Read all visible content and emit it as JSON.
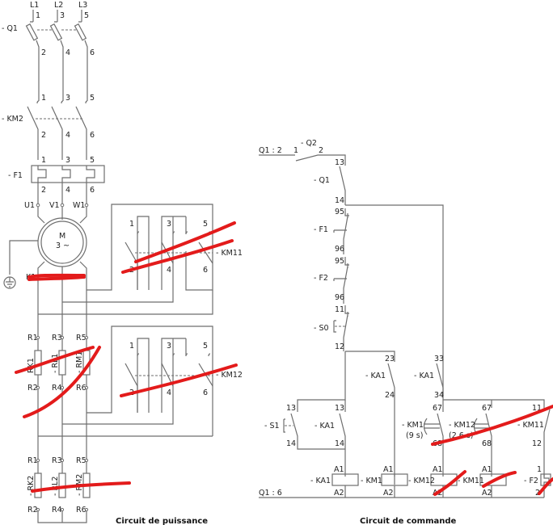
{
  "power_circuit": {
    "caption": "Circuit de puissance",
    "phases": [
      "L1",
      "L2",
      "L3"
    ],
    "q1": {
      "label": "- Q1",
      "top_terms": [
        "1",
        "3",
        "5"
      ],
      "bottom_terms": [
        "2",
        "4",
        "6"
      ]
    },
    "km2": {
      "label": "- KM2",
      "top_terms": [
        "1",
        "3",
        "5"
      ],
      "bottom_terms": [
        "2",
        "4",
        "6"
      ]
    },
    "f1": {
      "label": "- F1",
      "top_terms": [
        "1",
        "3",
        "5"
      ],
      "bottom_terms": [
        "2",
        "4",
        "6"
      ]
    },
    "motor": {
      "terms": [
        "U1",
        "V1",
        "W1"
      ],
      "symbol": "M",
      "type": "3 ~",
      "ground": "ground-icon"
    },
    "km11": {
      "label": "- KM11",
      "top_terms": [
        "1",
        "3",
        "5"
      ],
      "bottom_terms": [
        "2",
        "4",
        "6"
      ]
    },
    "km12": {
      "label": "- KM12",
      "top_terms": [
        "1",
        "3",
        "5"
      ],
      "bottom_terms": [
        "2",
        "4",
        "6"
      ]
    },
    "resistors_1": {
      "labels": [
        "RK1",
        "- RL1",
        "- RM1"
      ],
      "top_terms": [
        "R1",
        "R3",
        "R5"
      ],
      "bottom_terms": [
        "R2",
        "R4",
        "R6"
      ]
    },
    "resistors_2": {
      "labels": [
        "- RK2",
        "- RL2",
        "- RM2"
      ],
      "top_terms": [
        "R1",
        "R3",
        "R5"
      ],
      "bottom_terms": [
        "R2",
        "R4",
        "R6"
      ]
    },
    "motor_bottom_label": "K1"
  },
  "control_circuit": {
    "caption": "Circuit de commande",
    "supply_top": "Q1 : 2",
    "supply_bottom": "Q1 : 6",
    "q2": {
      "label": "- Q2",
      "terms": [
        "1",
        "2"
      ]
    },
    "q1": {
      "label": "- Q1",
      "terms": [
        "13",
        "14"
      ]
    },
    "f1": {
      "label": "- F1",
      "terms": [
        "95",
        "96"
      ]
    },
    "f2": {
      "label": "- F2",
      "terms": [
        "95",
        "96"
      ]
    },
    "s0": {
      "label": "- S0",
      "terms": [
        "11",
        "12"
      ]
    },
    "ka1_23": {
      "label": "- KA1",
      "terms": [
        "23",
        "24"
      ]
    },
    "ka1_33": {
      "label": "- KA1",
      "terms": [
        "33",
        "34"
      ]
    },
    "s1": {
      "label": "- S1",
      "terms": [
        "13",
        "14"
      ]
    },
    "ka1_13": {
      "label": "- KA1",
      "terms": [
        "13",
        "14"
      ]
    },
    "km1_timer": {
      "label": "- KM1",
      "delay": "(9 s)",
      "terms": [
        "67",
        "68"
      ]
    },
    "km12_timer": {
      "label": "- KM12",
      "delay": "(2.6 s)",
      "terms": [
        "67",
        "68"
      ]
    },
    "km11_nc": {
      "label": "- KM11",
      "terms": [
        "11",
        "12"
      ]
    },
    "coils": [
      {
        "label": "- KA1",
        "a1": "A1",
        "a2": "A2"
      },
      {
        "label": "- KM1",
        "a1": "A1",
        "a2": "A2"
      },
      {
        "label": "- KM12",
        "a1": "A1",
        "a2": "A2"
      },
      {
        "label": "- KM11",
        "a1": "A1",
        "a2": "A2"
      }
    ],
    "f2_coil": {
      "label": "- F2",
      "terms": [
        "1",
        "2"
      ]
    }
  },
  "annotations": {
    "color": "#e31b1b"
  }
}
